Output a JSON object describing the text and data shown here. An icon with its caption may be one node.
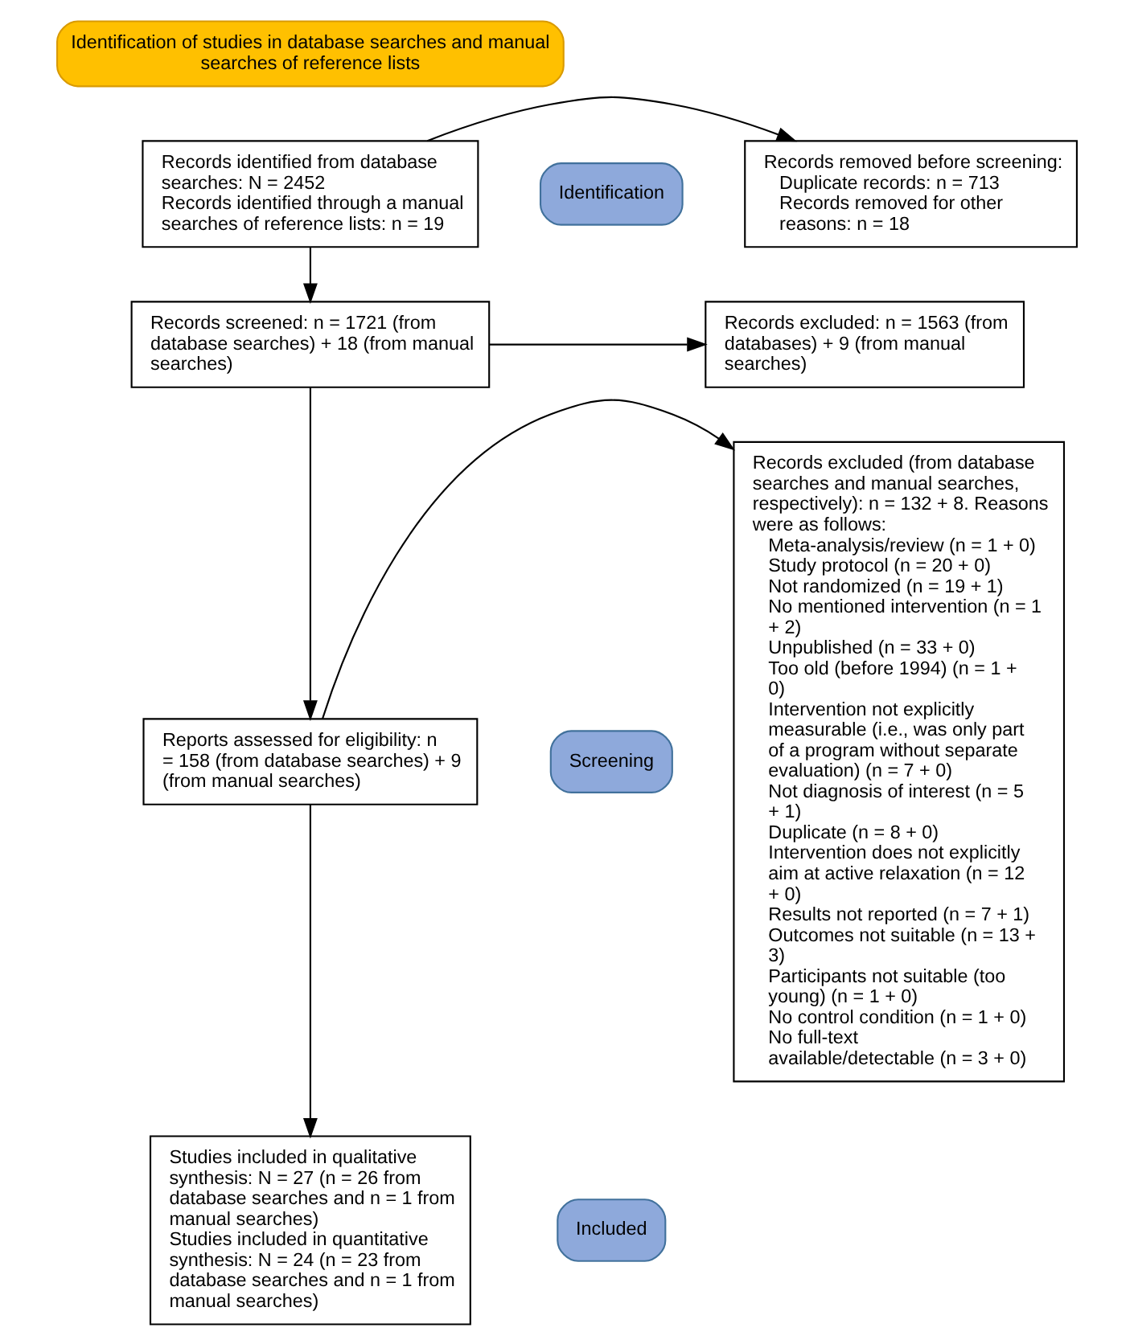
{
  "diagram": {
    "nodes": [
      {
        "text": [
          "Identification of studies in database searches and manual searches of reference lists"
        ]
      },
      {
        "text": [
          "Identification"
        ]
      },
      {
        "text": [
          "Screening"
        ]
      },
      {
        "text": [
          "Included"
        ]
      },
      {
        "text": [
          "Records identified from database searches: N = 2452",
          "Records identified through a manual searches of reference lists: n = 19"
        ]
      },
      {
        "text": [
          "Records removed before screening:",
          "Duplicate records: n = 713",
          "Records removed for other reasons: n = 18"
        ]
      },
      {
        "text": [
          "Records screened: n = 1721 (from database searches) + 18 (from manual searches)"
        ]
      },
      {
        "text": [
          "Records excluded: n = 1563 (from databases) + 9 (from manual searches)"
        ]
      },
      {
        "text": [
          "Reports assessed for eligibility: n = 158 (from database searches) + 9 (from manual searches)"
        ]
      },
      {
        "text": [
          "Records excluded (from database searches and manual searches, respectively): n = 132 + 8. Reasons were as follows:",
          "Meta-analysis/review (n = 1 + 0)",
          "Study protocol (n = 20 + 0)",
          "Not randomized (n = 19 + 1)",
          "No mentioned intervention (n = 1 + 2)",
          "Unpublished (n = 33 + 0)",
          "Too old (before 1994) (n = 1 + 0)",
          "Intervention not explicitly measurable (i.e., was only part of a program without separate evaluation) (n = 7 + 0)",
          "Not diagnosis of interest (n = 5 + 1)",
          "Duplicate (n = 8 + 0)",
          "Intervention does not explicitly aim at active relaxation (n = 12 + 0)",
          "Results not reported (n = 7 + 1)",
          "Outcomes not suitable (n = 13 + 3)",
          "Participants not suitable (too young) (n = 1 + 0)",
          "No control condition (n = 1 + 0)",
          "No full-text available/detectable (n = 3 + 0)"
        ]
      },
      {
        "text": [
          "Studies included in qualitative synthesis: N = 27 (n = 26 from database searches and n = 1 from manual searches)",
          "Studies included in quantitative synthesis: N = 24 (n = 23 from database searches and n = 1 from manual searches)"
        ]
      }
    ],
    "edges": [
      {
        "from": 4,
        "to": 5,
        "arrow": "to"
      },
      {
        "from": 4,
        "to": 6,
        "arrow": "to"
      },
      {
        "from": 6,
        "to": 7,
        "arrow": "to"
      },
      {
        "from": 6,
        "to": 8,
        "arrow": "to"
      },
      {
        "from": 8,
        "to": 9,
        "arrow": "to"
      },
      {
        "from": 8,
        "to": 10,
        "arrow": "to"
      }
    ]
  }
}
